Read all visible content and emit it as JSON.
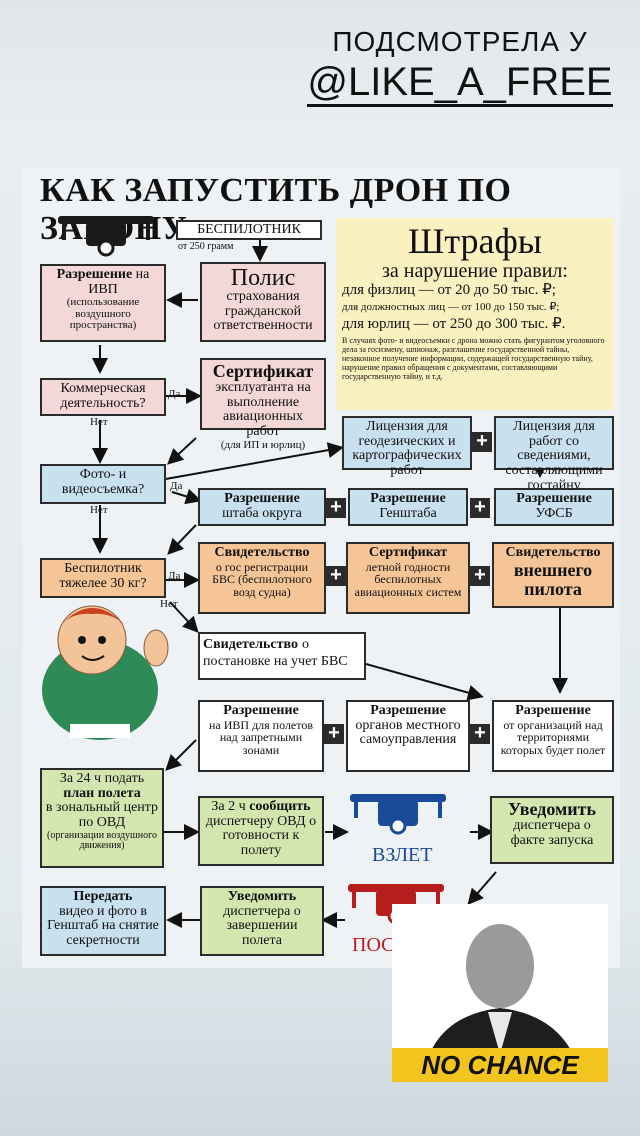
{
  "caption": {
    "line1": "ПОДСМОТРЕЛА У",
    "line2": "@LIKE_A_FREE"
  },
  "title": "КАК ЗАПУСТИТЬ ДРОН ПО ЗАКОНУ",
  "drone": {
    "label": "БЕСПИЛОТНИК",
    "note": "от 250 грамм"
  },
  "permit_ivp": {
    "head": "Разрешение",
    "head2": "на ИВП",
    "detail": "(использование воздушного пространства)"
  },
  "policy": {
    "head": "Полис",
    "detail": "страхования гражданской ответственности"
  },
  "fines": {
    "title": "Штрафы",
    "subtitle": "за нарушение правил:",
    "l1": "для физлиц — от 20 до 50 тыс. ₽;",
    "l2": "для должностных лиц — от 100 до 150 тыс. ₽;",
    "l3": "для юрлиц — от 250 до 300 тыс. ₽.",
    "note": "В случаях фото- и видеосъемки с дрона можно стать фигурантом уголовного дела за госизмену, шпионаж, разглашение государственной тайны, незаконное получение информации, содержащей государственную тайну, нарушение правил обращения с документами, составляющими государственную тайну, и т.д."
  },
  "commercial": {
    "q": "Коммерческая деятельность?",
    "yes": "Да",
    "no": "Нет"
  },
  "certificate": {
    "head": "Сертификат",
    "detail": "эксплуатанта на выполнение авиационных работ",
    "note": "(для ИП и юрлиц)"
  },
  "photo": {
    "q": "Фото- и видеосъемка?",
    "yes": "Да",
    "no": "Нет"
  },
  "license_geo": {
    "text": "Лицензия для геодезических и картографических работ"
  },
  "license_secret": {
    "text": "Лицензия для работ со сведениями, составляющими гостайну"
  },
  "permit_staff": {
    "head": "Разрешение",
    "detail": "штаба округа"
  },
  "permit_gs": {
    "head": "Разрешение",
    "detail": "Генштаба"
  },
  "permit_ufsb": {
    "head": "Разрешение",
    "detail": "УФСБ"
  },
  "heavy": {
    "q": "Беспилотник тяжелее 30 кг?",
    "yes": "Да",
    "no": "Нет"
  },
  "cert_reg": {
    "head": "Свидетельство",
    "detail": "о гос регистрации БВС (беспилотного возд судна)"
  },
  "cert_fit": {
    "head": "Сертификат",
    "detail": "летной годности беспилотных авиационных систем"
  },
  "cert_pilot": {
    "head": "Свидетельство",
    "detail": "внешнего пилота"
  },
  "cert_bvs": {
    "head": "Свидетельство",
    "detail": "о постановке на учет БВС"
  },
  "permit_ivp_zones": {
    "head": "Разрешение",
    "detail": "на ИВП для полетов над запретными зонами"
  },
  "permit_local": {
    "head": "Разрешение",
    "detail": "органов местного самоуправления"
  },
  "permit_owner": {
    "head": "Разрешение",
    "detail": "от организаций над территориями которых будет полет"
  },
  "flight_plan": {
    "pre": "За 24 ч подать",
    "head": "план полета",
    "detail": "в зональный центр по ОВД",
    "note": "(организации воздушного движения)"
  },
  "notify_ready": {
    "pre": "За 2 ч",
    "head": "сообщить",
    "detail": "диспетчеру ОВД о готовности к полету"
  },
  "takeoff": "ВЗЛЕТ",
  "notify_launch": {
    "head": "Уведомить",
    "detail": "диспетчера о факте запуска"
  },
  "landing": "ПОСАДКА",
  "notify_end": {
    "head": "Уведомить",
    "detail": "диспетчера о завершении полета"
  },
  "transfer": {
    "head": "Передать",
    "detail": "видео и фото в Генштаб на снятие секретности"
  },
  "meme": {
    "caption": "NO CHANCE"
  },
  "colors": {
    "drone_top": "#1a1a1a",
    "drone_bottom": "#b81d1d",
    "takeoff": "#1a4a9a",
    "meme_bg": "#f2c51e"
  }
}
